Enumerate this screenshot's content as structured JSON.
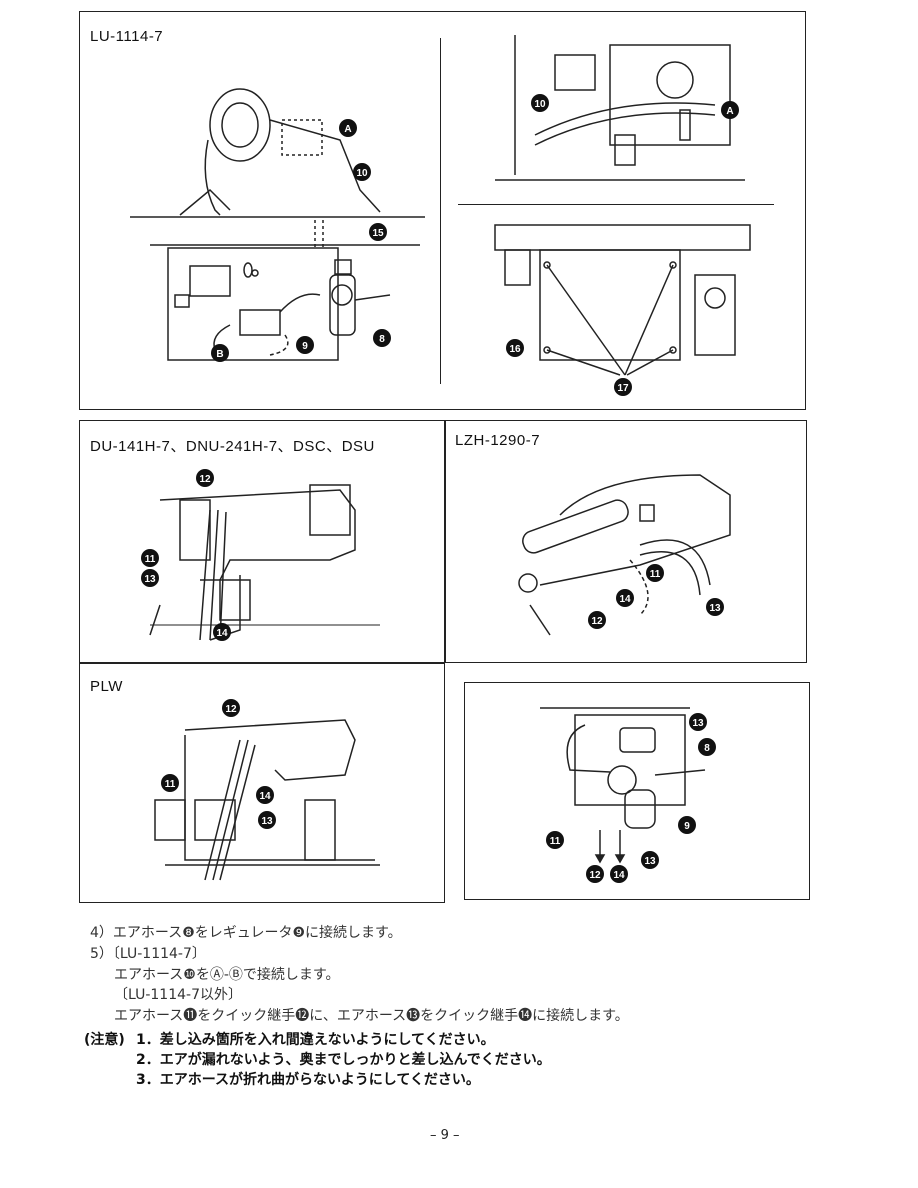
{
  "panels": {
    "lu": {
      "title": "LU-1114-7"
    },
    "du": {
      "title": "DU-141H-7、DNU-241H-7、DSC、DSU"
    },
    "lzh": {
      "title": "LZH-1290-7"
    },
    "plw": {
      "title": "PLW"
    }
  },
  "callouts": {
    "A": "A",
    "B": "B",
    "n8": "8",
    "n9": "9",
    "n10": "10",
    "n11": "11",
    "n12": "12",
    "n13": "13",
    "n14": "14",
    "n15": "15",
    "n16": "16",
    "n17": "17"
  },
  "instructions": {
    "step4": "4）エアホース❽をレギュレータ❾に接続します。",
    "step5_head": "5）〔LU-1114-7〕",
    "step5_lu": "エアホース❿をⒶ-Ⓑで接続します。",
    "step5_other_head": "〔LU-1114-7以外〕",
    "step5_other": "エアホース⓫をクイック継手⓬に、エアホース⓭をクイック継手⓮に接続します。"
  },
  "notes": {
    "label": "(注意)",
    "items": [
      "1．差し込み箇所を入れ間違えないようにしてください。",
      "2．エアが漏れないよう、奥までしっかりと差し込んでください。",
      "3．エアホースが折れ曲がらないようにしてください。"
    ]
  },
  "footer": {
    "page": "– 9 –"
  }
}
